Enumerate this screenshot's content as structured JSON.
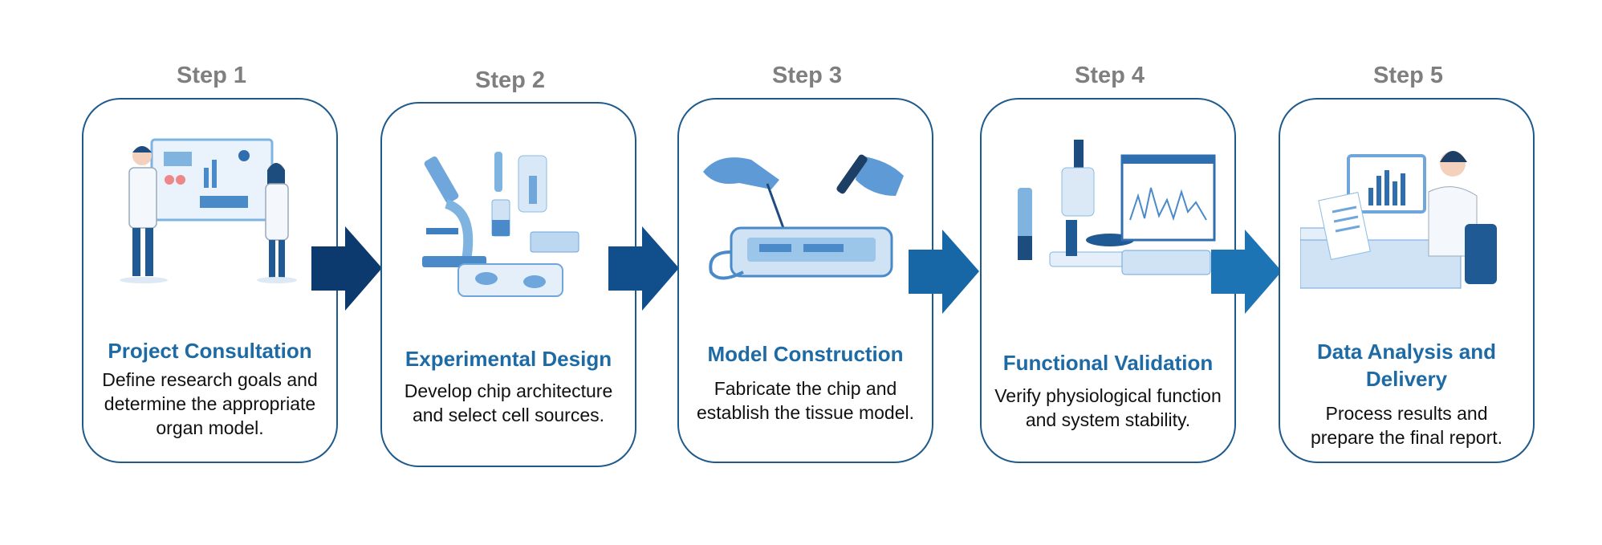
{
  "colors": {
    "title": "#1d6aa5",
    "border": "#1e5a8c",
    "step_label": "#7f7f7f",
    "arrows": [
      "#0d3a6e",
      "#114f8c",
      "#1767a6",
      "#1d74b5"
    ]
  },
  "steps": [
    {
      "label": "Step 1",
      "title": "Project Consultation",
      "desc": [
        "Define research goals and",
        "determine the appropriate",
        "organ model."
      ]
    },
    {
      "label": "Step 2",
      "title": "Experimental Design",
      "desc": [
        "Develop chip architecture",
        "and select cell sources."
      ]
    },
    {
      "label": "Step 3",
      "title": "Model Construction",
      "desc": [
        "Fabricate the chip and",
        "establish the tissue model."
      ]
    },
    {
      "label": "Step 4",
      "title": "Functional Validation",
      "desc": [
        "Verify physiological function",
        "and system stability."
      ]
    },
    {
      "label": "Step 5",
      "title": "Data Analysis and Delivery",
      "title_lines": [
        "Data Analysis and",
        "Delivery"
      ],
      "desc": [
        "Process results and",
        "prepare the final report."
      ]
    }
  ]
}
